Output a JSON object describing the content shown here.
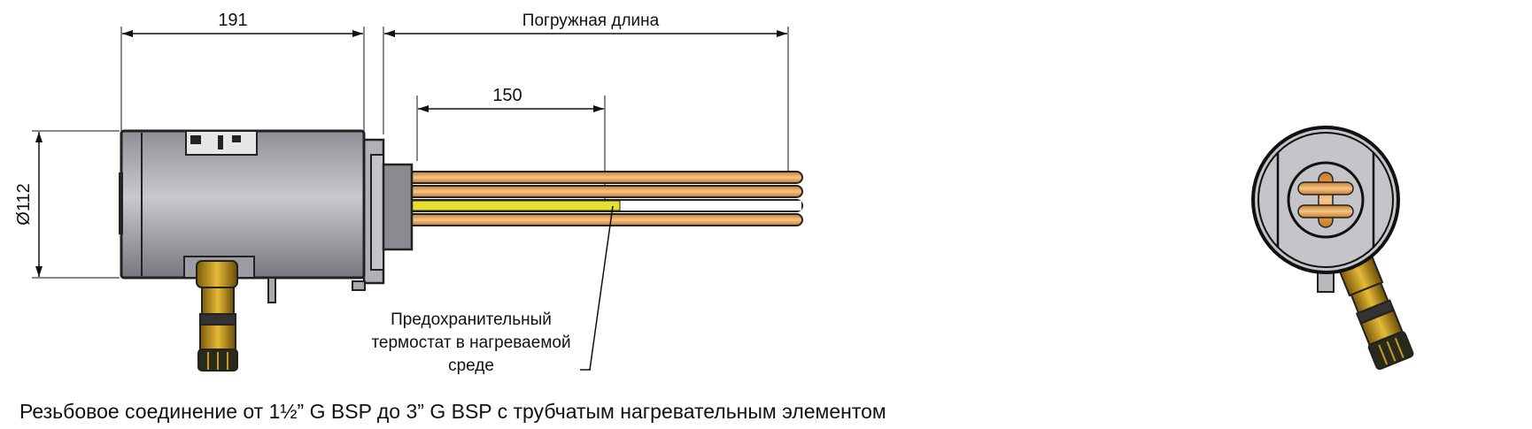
{
  "dimensions": {
    "head_length": "191",
    "immersion_length": "Погружная длина",
    "thermostat_length": "150",
    "diameter": "Ø112"
  },
  "callout": {
    "lines": [
      "Предохранительный",
      "термостат в нагреваемой",
      "среде"
    ]
  },
  "caption": "Резьбовое соединение от 1½” G BSP до 3” G BSP с трубчатым нагревательным элементом",
  "colors": {
    "body": "#b9b9bf",
    "tube": "#e8a55a",
    "thermostat": "#e6e032",
    "gland": "#c99a1e"
  }
}
